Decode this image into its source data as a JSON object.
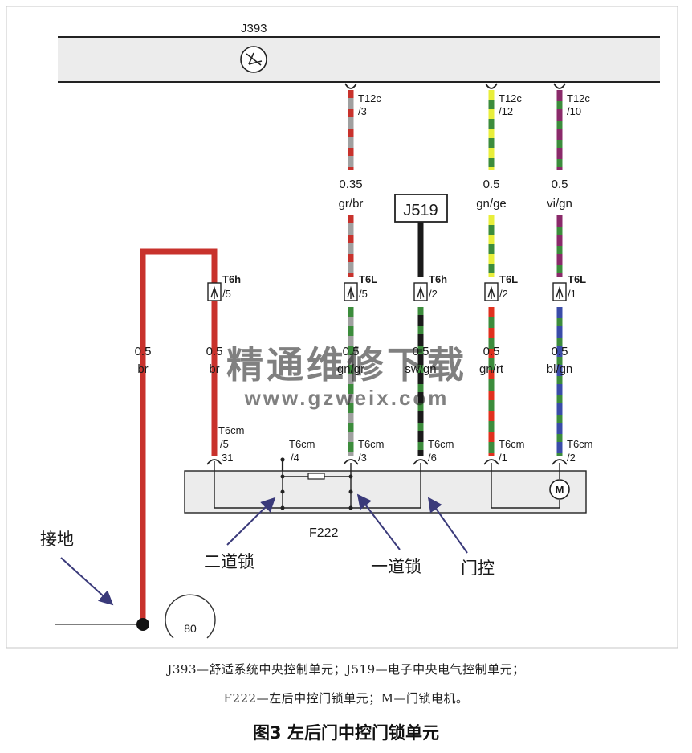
{
  "bus": {
    "label": "J393"
  },
  "labels": {
    "j519": "J519",
    "f222": "F222",
    "ground": "接地",
    "badge": "80",
    "lock2": "二道锁",
    "lock1": "一道锁",
    "door": "门控"
  },
  "watermark": {
    "cn": "精通维修下载",
    "url": "www.gzweix.com"
  },
  "wires": [
    {
      "id": "w1",
      "size": "0.5",
      "color_code": "br",
      "colors": [
        "#c8322c"
      ]
    },
    {
      "id": "w2",
      "size": "0.5",
      "color_code": "br",
      "conn_top_name": "T6h",
      "conn_top_pin": "/5",
      "conn_bot_name": "T6cm",
      "conn_bot_pin": "/5",
      "conn_bot_extra": "31",
      "colors": [
        "#c8322c"
      ]
    },
    {
      "id": "w3",
      "size_top": "0.35",
      "code_top": "gr/br",
      "size": "0.5",
      "color_code": "gn/gr",
      "term_name": "T12c",
      "term_pin": "/3",
      "conn_top_name": "T6L",
      "conn_top_pin": "/5",
      "conn_bot_name": "T6cm",
      "conn_bot_pin": "/3",
      "colors": [
        "#a0a0a0",
        "#c8322c",
        "#3c8c3c"
      ]
    },
    {
      "id": "w4",
      "size": "0.5",
      "color_code": "sw/gn",
      "conn_top_name": "T6h",
      "conn_top_pin": "/2",
      "conn_bot_name": "T6cm",
      "conn_bot_pin": "/6",
      "colors": [
        "#1a1a1a",
        "#3c8c3c"
      ]
    },
    {
      "id": "w5",
      "size_top": "0.5",
      "code_top": "gn/ge",
      "size": "0.5",
      "color_code": "gn/rt",
      "term_name": "T12c",
      "term_pin": "/12",
      "conn_top_name": "T6L",
      "conn_top_pin": "/2",
      "conn_bot_name": "T6cm",
      "conn_bot_pin": "/1",
      "colors": [
        "#e8ee3a",
        "#3c8c3c",
        "#e0301e"
      ]
    },
    {
      "id": "w6",
      "size_top": "0.5",
      "code_top": "vi/gn",
      "size": "0.5",
      "color_code": "bl/gn",
      "term_name": "T12c",
      "term_pin": "/10",
      "conn_top_name": "T6L",
      "conn_top_pin": "/1",
      "conn_bot_name": "T6cm",
      "conn_bot_pin": "/2",
      "colors": [
        "#8a2a6a",
        "#3c8c3c",
        "#3a4ca8"
      ]
    }
  ],
  "pin4": {
    "name": "T6cm",
    "pin": "/4"
  },
  "caption": {
    "line1": "J393—舒适系统中央控制单元；J519—电子中央电气控制单元；",
    "line2": "F222—左后中控门锁单元；M—门锁电机。",
    "title": "图3 左后门中控门锁单元"
  },
  "icons": {
    "bus_symbol": "comfort-bus-icon",
    "motor": "motor-icon"
  }
}
